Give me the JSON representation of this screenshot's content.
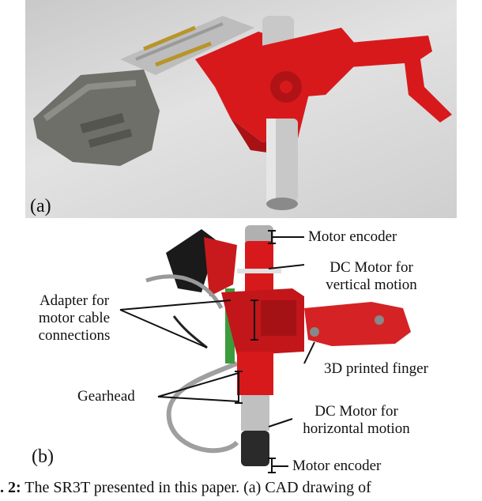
{
  "panel_a": {
    "letter": "(a)"
  },
  "panel_b": {
    "letter": "(b)",
    "labels": {
      "motor_encoder_top": "Motor encoder",
      "dc_motor_vertical_1": "DC Motor for",
      "dc_motor_vertical_2": "vertical motion",
      "adapter_1": "Adapter for",
      "adapter_2": "motor cable",
      "adapter_3": "connections",
      "printed_finger": "3D printed finger",
      "gearhead": "Gearhead",
      "dc_motor_horizontal_1": "DC Motor for",
      "dc_motor_horizontal_2": "horizontal motion",
      "motor_encoder_bottom": "Motor encoder"
    }
  },
  "caption": {
    "prefix": ". 2:",
    "text": " The SR3T presented in this paper. (a) CAD drawing of"
  },
  "colors": {
    "device_red": "#d8191c",
    "gray_part": "#6f6f69",
    "metal": "#c8c8c8"
  }
}
